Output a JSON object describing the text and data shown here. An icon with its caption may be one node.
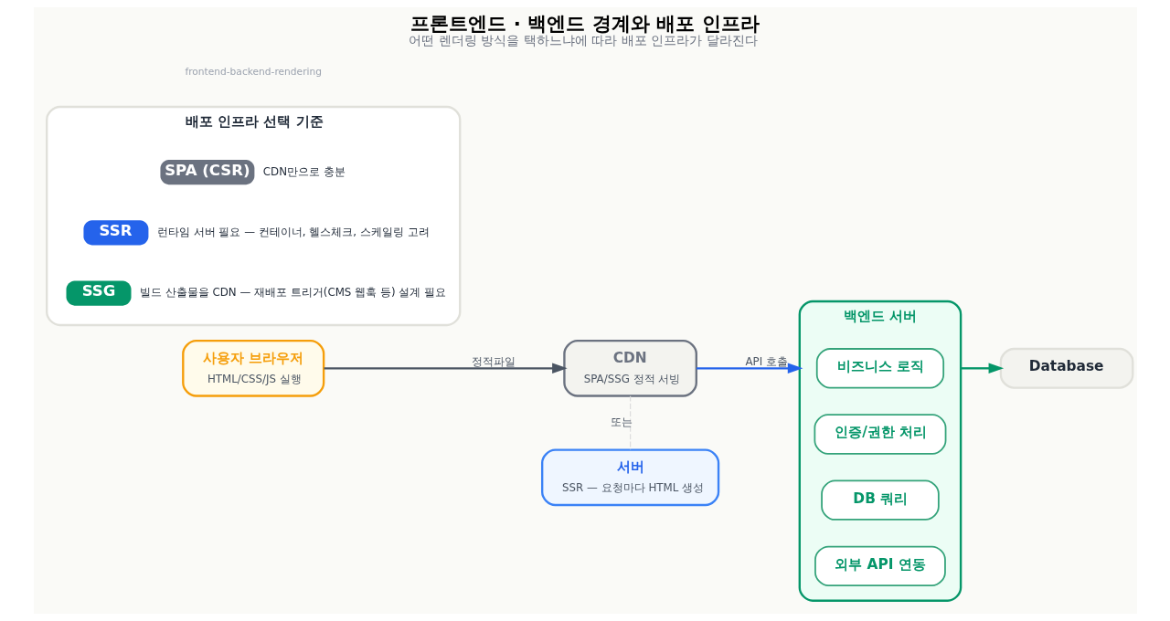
{
  "diagram": {
    "title": "프론트엔드 · 백엔드 경계와 배포 인프라",
    "caption": "어떤 렌더링 방식을 택하느냐에 따라 배포 인프라가 달라진다",
    "nodes": [
      {
        "text": [
          "사용자 브라우저",
          "HTML/CSS/JS 실행"
        ]
      },
      {
        "text": [
          "CDN",
          "SPA/SSG 정적 서빙"
        ]
      },
      {
        "text": [
          "서버",
          "SSR — 요청마다 HTML 생성"
        ]
      },
      {
        "text": [
          "백엔드 서버"
        ]
      },
      {
        "text": [
          "비즈니스 로직"
        ],
        "in": 3
      },
      {
        "text": [
          "인증/권한 처리"
        ],
        "in": 3
      },
      {
        "text": [
          "DB 쿼리"
        ],
        "in": 3
      },
      {
        "text": [
          "외부 API 연동"
        ],
        "in": 3
      },
      {
        "text": [
          "Database"
        ]
      },
      {
        "text": [
          "배포 인프라 선택 기준"
        ]
      },
      {
        "text": [
          "SPA (CSR)"
        ],
        "in": 9,
        "beside": [
          "CDN만으로 충분"
        ]
      },
      {
        "text": [
          "SSR"
        ],
        "in": 9,
        "beside": [
          "런타임 서버 필요 — 컨테이너, 헬스체크, 스케일링 고려"
        ]
      },
      {
        "text": [
          "SSG"
        ],
        "in": 9,
        "beside": [
          "빌드 산출물을 CDN — 재배포 트리거(CMS 웹훅 등) 설계 필요"
        ]
      }
    ],
    "edges": [
      {
        "from": 0,
        "to": 1,
        "arrow": "to",
        "label": "정적파일",
        "color": "#4b5563"
      },
      {
        "from": 1,
        "to": 3,
        "arrow": "to",
        "label": "API 호출",
        "color": "#2563eb"
      },
      {
        "from": 1,
        "to": 2,
        "arrow": "none",
        "label": "또는",
        "style": "dashed",
        "color": "#dddddd"
      },
      {
        "from": 3,
        "to": 8,
        "arrow": "to",
        "color": "#059669"
      }
    ],
    "labels": [
      "frontend-backend-rendering"
    ]
  }
}
